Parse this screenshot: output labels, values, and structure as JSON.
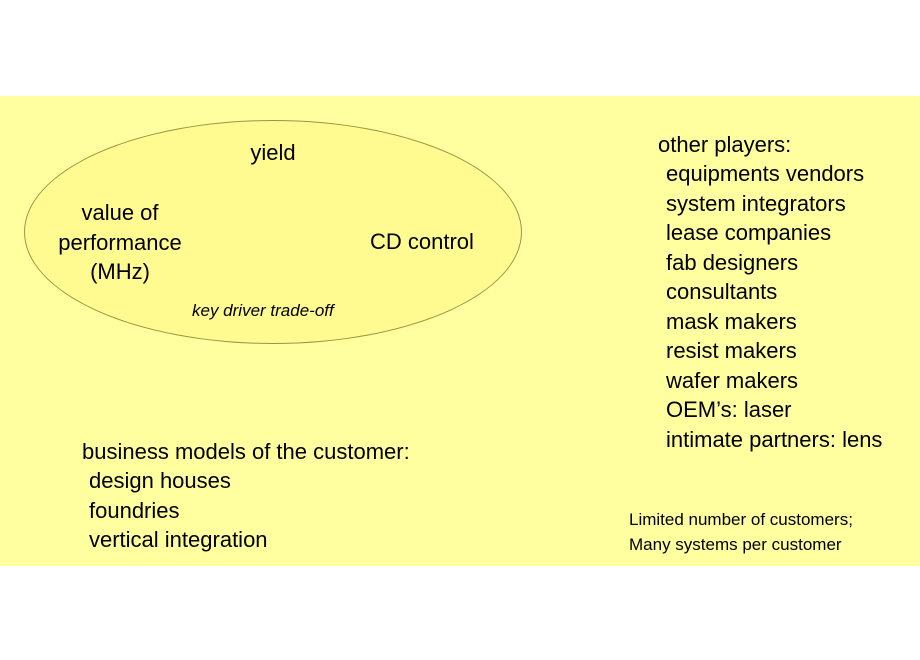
{
  "ellipse": {
    "top_label": "yield",
    "left_label_lines": [
      "value of",
      "performance",
      "(MHz)"
    ],
    "right_label": "CD control",
    "caption": "key driver trade-off"
  },
  "other_players": {
    "heading": "other players:",
    "items": [
      "equipments vendors",
      "system integrators",
      "lease companies",
      "fab designers",
      "consultants",
      "mask makers",
      "resist makers",
      "wafer makers",
      "OEM’s: laser",
      "intimate partners: lens"
    ]
  },
  "business_models": {
    "heading": "business models of the customer:",
    "items": [
      "design houses",
      "foundries",
      "vertical integration"
    ]
  },
  "note_lines": [
    "Limited number of customers;",
    "Many systems per customer"
  ],
  "colors": {
    "panel": "#ffffa0",
    "ellipse_fill": "#fffb91",
    "ellipse_stroke": "#9c9640"
  }
}
